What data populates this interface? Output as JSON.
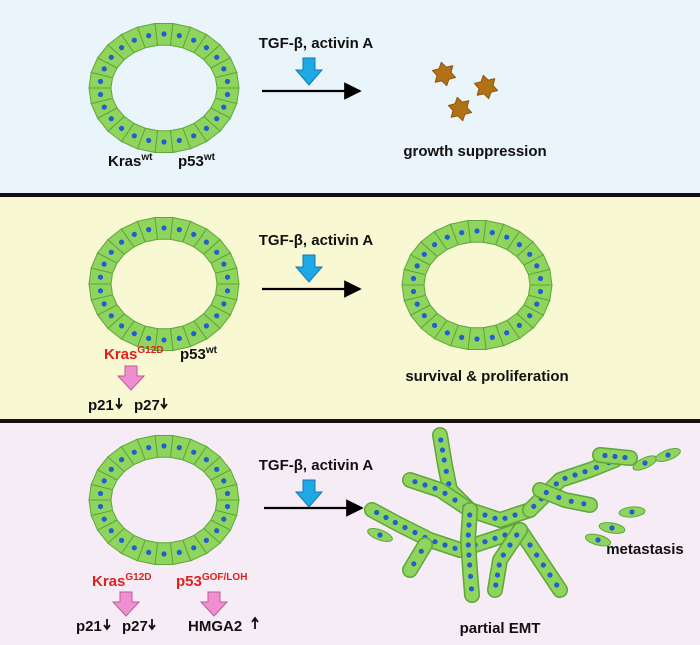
{
  "colors": {
    "panel1_bg": "#eaf4fb",
    "panel2_bg": "#f8f8d2",
    "panel3_bg": "#f6ecf6",
    "divider": "#111111",
    "cell_fill": "#8fd45c",
    "cell_stroke": "#5ea63a",
    "nucleus": "#1f5fcf",
    "stimulus_arrow": "#1fa8e6",
    "pink_arrow": "#ef8fd0",
    "dead_cell": "#b27114",
    "mutant_text": "#e0201b"
  },
  "panels": [
    {
      "stimulus": "TGF-β, activin A",
      "kras": {
        "base": "Kras",
        "sup": "wt"
      },
      "p53": {
        "base": "p53",
        "sup": "wt"
      },
      "outcome": "growth suppression"
    },
    {
      "stimulus": "TGF-β, activin A",
      "kras": {
        "base": "Kras",
        "sup": "G12D"
      },
      "p53": {
        "base": "p53",
        "sup": "wt"
      },
      "effects": [
        "p21",
        "p27"
      ],
      "outcome": "survival & proliferation"
    },
    {
      "stimulus": "TGF-β, activin A",
      "kras": {
        "base": "Kras",
        "sup": "G12D"
      },
      "p53": {
        "base": "p53",
        "sup": "GOF/LOH"
      },
      "effects": [
        "p21",
        "p27"
      ],
      "p53_effect": "HMGA2",
      "outcome": "partial EMT",
      "outcome2": "metastasis"
    }
  ]
}
